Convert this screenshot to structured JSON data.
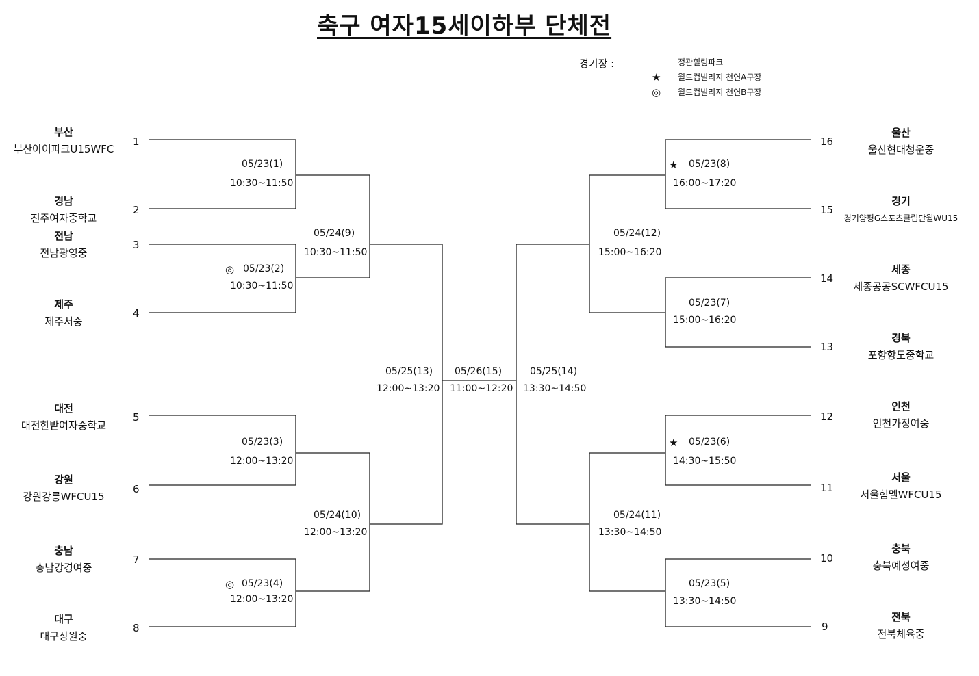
{
  "title": "축구 여자15세이하부 단체전",
  "venues": {
    "label": "경기장 :",
    "items": [
      {
        "symbol": "",
        "name": "정관힐링파크"
      },
      {
        "symbol": "★",
        "name": "월드컵빌리지 천연A구장"
      },
      {
        "symbol": "◎",
        "name": "월드컵빌리지 천연B구장"
      }
    ]
  },
  "teams": [
    {
      "seed": "1",
      "region": "부산",
      "club": "부산아이파크U15WFC"
    },
    {
      "seed": "2",
      "region": "경남",
      "club": "진주여자중학교"
    },
    {
      "seed": "3",
      "region": "전남",
      "club": "전남광영중"
    },
    {
      "seed": "4",
      "region": "제주",
      "club": "제주서중"
    },
    {
      "seed": "5",
      "region": "대전",
      "club": "대전한밭여자중학교"
    },
    {
      "seed": "6",
      "region": "강원",
      "club": "강원강릉WFCU15"
    },
    {
      "seed": "7",
      "region": "충남",
      "club": "충남강경여중"
    },
    {
      "seed": "8",
      "region": "대구",
      "club": "대구상원중"
    },
    {
      "seed": "16",
      "region": "울산",
      "club": "울산현대청운중"
    },
    {
      "seed": "15",
      "region": "경기",
      "club": "경기양평G스포츠클럽단월WU15"
    },
    {
      "seed": "14",
      "region": "세종",
      "club": "세종공공SCWFCU15"
    },
    {
      "seed": "13",
      "region": "경북",
      "club": "포항항도중학교"
    },
    {
      "seed": "12",
      "region": "인천",
      "club": "인천가정여중"
    },
    {
      "seed": "11",
      "region": "서울",
      "club": "서울험멜WFCU15"
    },
    {
      "seed": "10",
      "region": "충북",
      "club": "충북예성여중"
    },
    {
      "seed": "9",
      "region": "전북",
      "club": "전북체육중"
    }
  ],
  "matches": [
    {
      "symbol": "",
      "date": "05/23(1)",
      "time": "10:30~11:50"
    },
    {
      "symbol": "◎",
      "date": "05/23(2)",
      "time": "10:30~11:50"
    },
    {
      "symbol": "",
      "date": "05/23(3)",
      "time": "12:00~13:20"
    },
    {
      "symbol": "◎",
      "date": "05/23(4)",
      "time": "12:00~13:20"
    },
    {
      "symbol": "",
      "date": "05/24(9)",
      "time": "10:30~11:50"
    },
    {
      "symbol": "",
      "date": "05/24(10)",
      "time": "12:00~13:20"
    },
    {
      "symbol": "",
      "date": "05/25(13)",
      "time": "12:00~13:20"
    },
    {
      "symbol": "",
      "date": "05/26(15)",
      "time": "11:00~12:20"
    },
    {
      "symbol": "",
      "date": "05/25(14)",
      "time": "13:30~14:50"
    },
    {
      "symbol": "★",
      "date": "05/23(8)",
      "time": "16:00~17:20"
    },
    {
      "symbol": "",
      "date": "05/23(7)",
      "time": "15:00~16:20"
    },
    {
      "symbol": "★",
      "date": "05/23(6)",
      "time": "14:30~15:50"
    },
    {
      "symbol": "",
      "date": "05/23(5)",
      "time": "13:30~14:50"
    },
    {
      "symbol": "",
      "date": "05/24(12)",
      "time": "15:00~16:20"
    },
    {
      "symbol": "",
      "date": "05/24(11)",
      "time": "13:30~14:50"
    }
  ]
}
